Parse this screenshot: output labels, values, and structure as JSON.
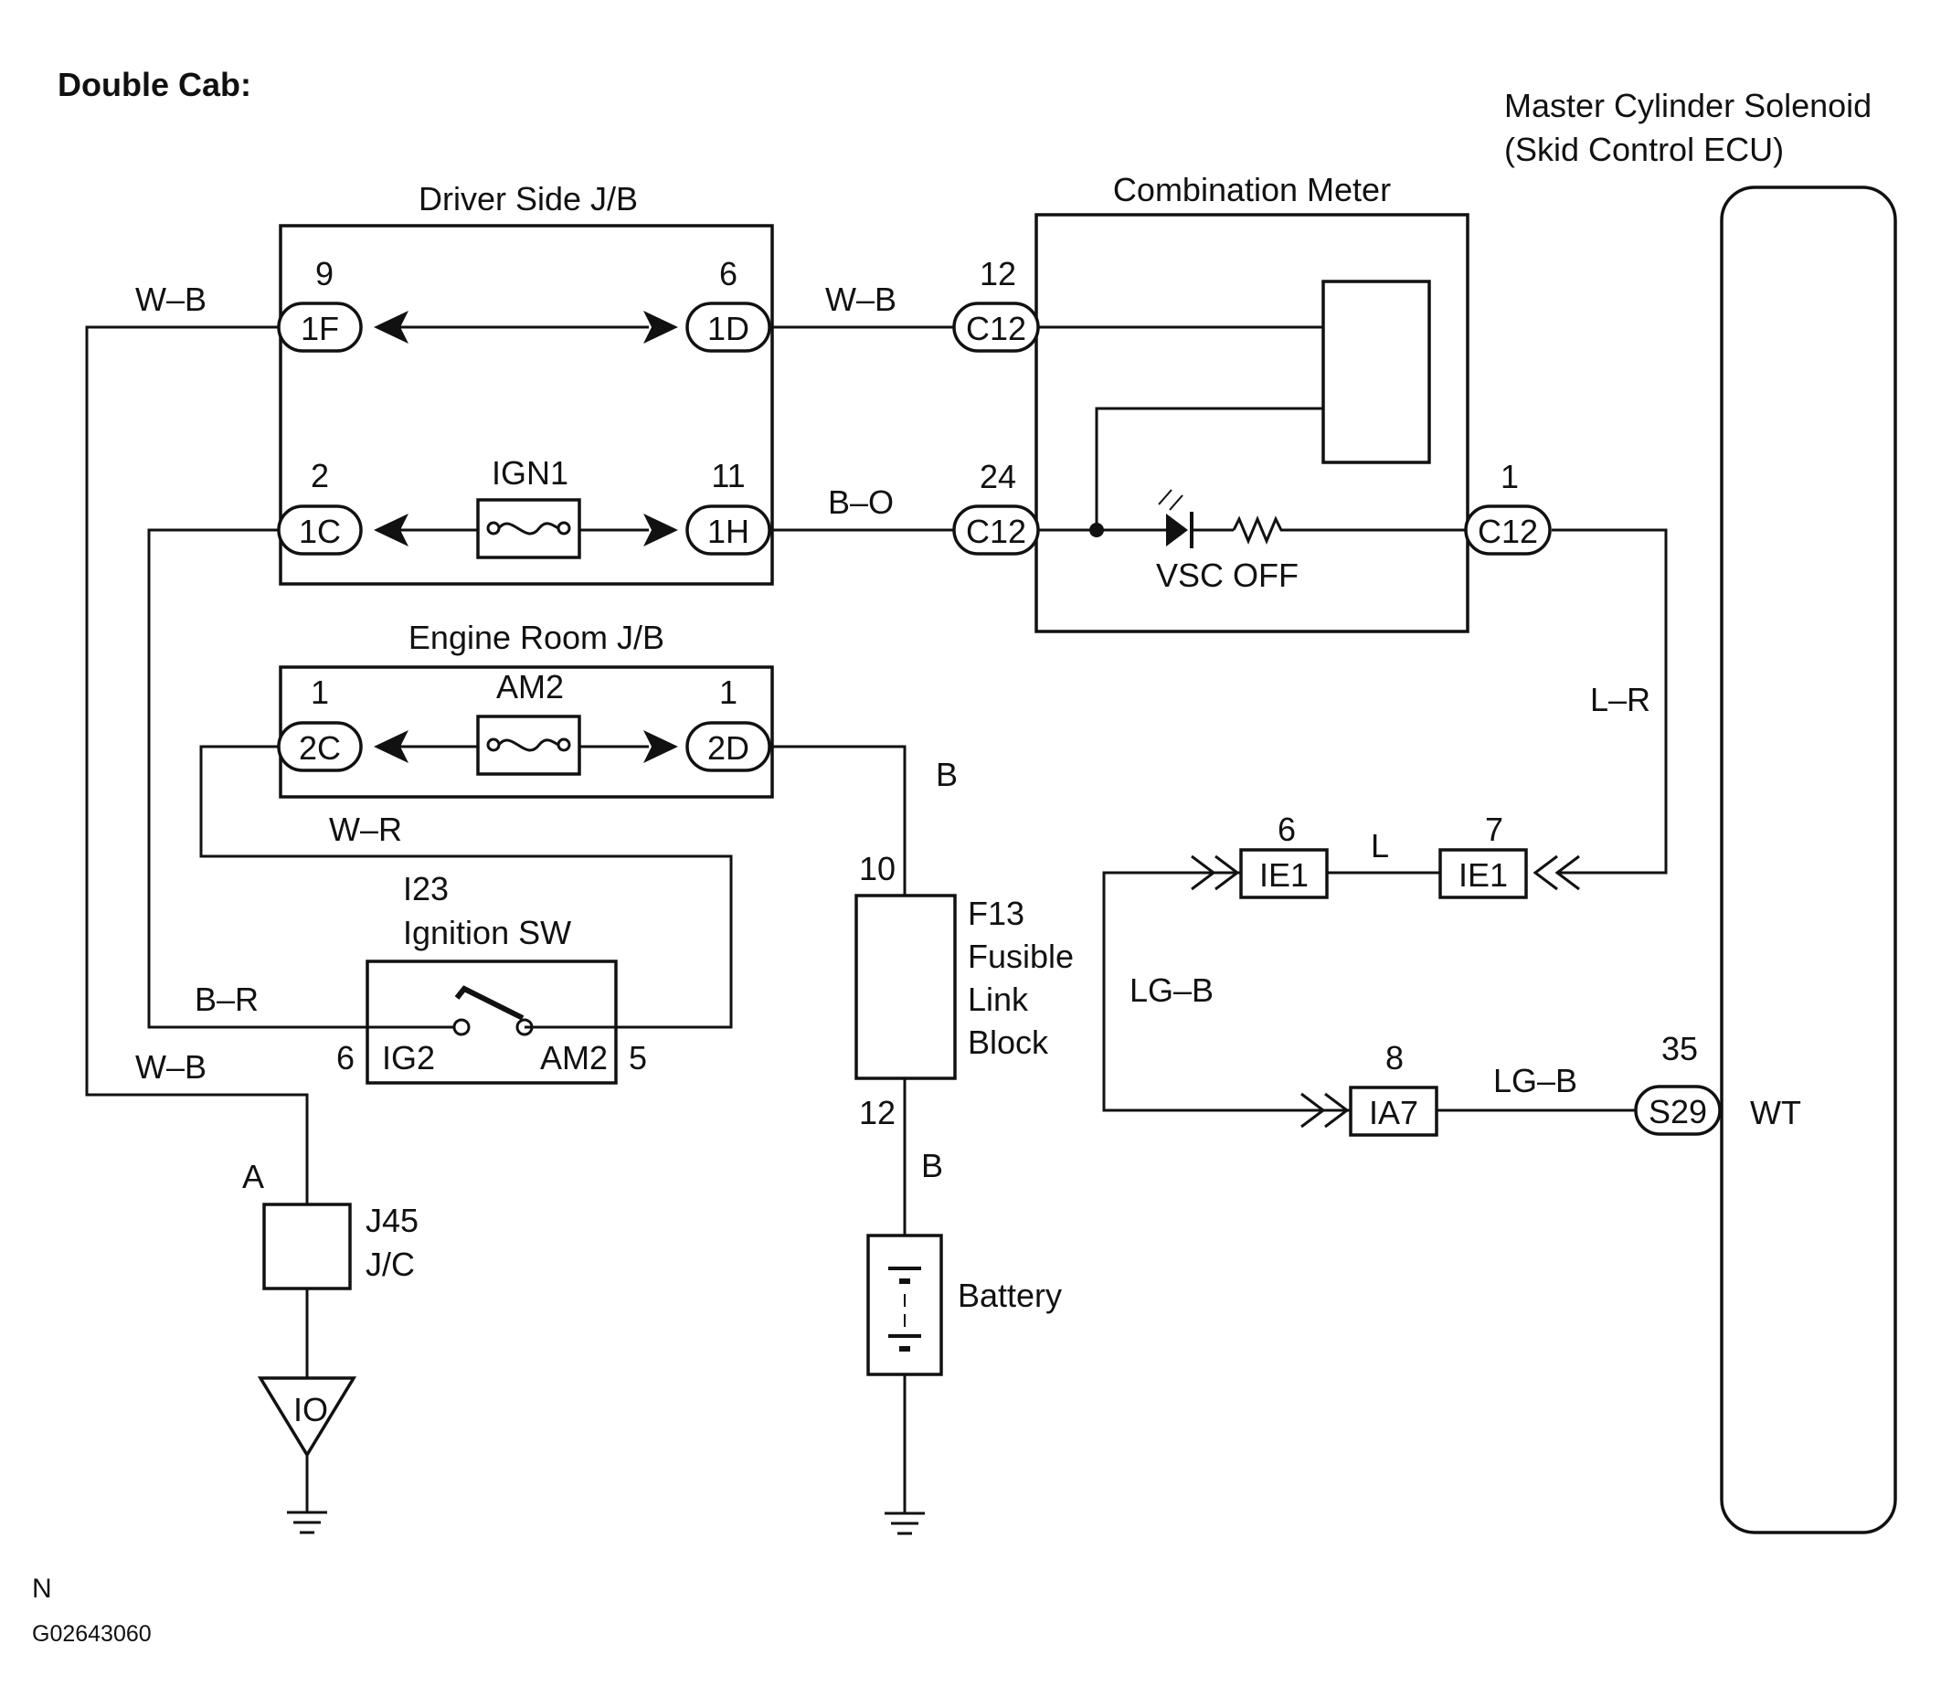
{
  "header": {
    "title": "Double Cab:"
  },
  "components": {
    "driver_jb": "Driver Side J/B",
    "engine_jb": "Engine Room J/B",
    "combo_meter": "Combination Meter",
    "ecu_line1": "Master Cylinder Solenoid",
    "ecu_line2": "(Skid Control ECU)",
    "ign1": "IGN1",
    "am2_fuse": "AM2",
    "vsc_off": "VSC OFF",
    "ign_sw_code": "I23",
    "ign_sw": "Ignition SW",
    "ig2": "IG2",
    "am2_sw": "AM2",
    "fusible_code": "F13",
    "fusible_1": "Fusible",
    "fusible_2": "Link",
    "fusible_3": "Block",
    "jc_code": "J45",
    "jc": "J/C",
    "jc_pin": "A",
    "ground_io": "IO",
    "battery": "Battery",
    "wt": "WT"
  },
  "connectors": {
    "c1F": "1F",
    "c1D": "1D",
    "c1C": "1C",
    "c1H": "1H",
    "c2C": "2C",
    "c2D": "2D",
    "cC12a": "C12",
    "cC12b": "C12",
    "cC12c": "C12",
    "cIE1a": "IE1",
    "cIE1b": "IE1",
    "cIA7": "IA7",
    "cS29": "S29"
  },
  "pins": {
    "p9": "9",
    "p6": "6",
    "p2": "2",
    "p11": "11",
    "p12": "12",
    "p24": "24",
    "p1": "1",
    "p1_2c": "1",
    "p1_2d": "1",
    "p10": "10",
    "p12b": "12",
    "p6_ie1": "6",
    "p7_ie1": "7",
    "p8_ia7": "8",
    "p35": "35",
    "p6_sw": "6",
    "p5_sw": "5"
  },
  "wires": {
    "w1": "W–B",
    "w2": "W–B",
    "w3": "B–O",
    "w4": "W–R",
    "w5": "B–R",
    "w6": "W–B",
    "w7": "B",
    "w8": "B",
    "w9": "L–R",
    "w10": "L",
    "w11": "LG–B",
    "w12": "LG–B"
  },
  "footer": {
    "code1": "N",
    "code2": "G02643060"
  }
}
